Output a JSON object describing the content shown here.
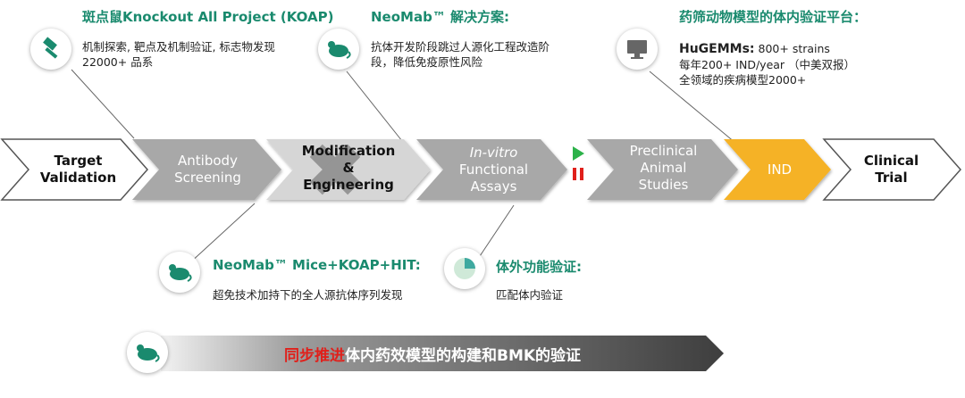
{
  "top_callouts": [
    {
      "title": "斑点鼠Knockout All Project (KOAP)",
      "lines": [
        "机制探索, 靶点及机制验证, 标志物发现",
        "22000+ 品系"
      ],
      "icon": "hammer-icon"
    },
    {
      "title": "NeoMab™ 解决方案:",
      "lines": [
        "抗体开发阶段跳过人源化工程改造阶",
        "段，降低免疫原性风险"
      ],
      "icon": "mouse-icon"
    },
    {
      "title": "药筛动物模型的体内验证平台：",
      "line1_strong": "HuGEMMs:",
      "line1_rest": " 800+ strains",
      "lines": [
        "每年200+ IND/year （中美双报）",
        "全领域的疾病模型2000+"
      ],
      "icon": "monitor-icon"
    }
  ],
  "stages": [
    {
      "lines": [
        "Target",
        "Validation"
      ]
    },
    {
      "lines": [
        "Antibody",
        "Screening"
      ]
    },
    {
      "lines": [
        "Modification",
        "&",
        "Engineering"
      ]
    },
    {
      "lines_italic": "In-vitro",
      "lines": [
        "Functional",
        "Assays"
      ]
    },
    {
      "lines": [
        "Preclinical",
        "Animal",
        "Studies"
      ]
    },
    {
      "lines": [
        "IND"
      ]
    },
    {
      "lines": [
        "Clinical",
        "Trial"
      ]
    }
  ],
  "bottom_callouts": [
    {
      "title": "NeoMab™ Mice+KOAP+HIT:",
      "desc": "超免技术加持下的全人源抗体序列发现",
      "icon": "mouse-icon"
    },
    {
      "title": "体外功能验证:",
      "desc": "匹配体内验证",
      "icon": "pie-chart-icon"
    }
  ],
  "banner": {
    "highlight": "同步推进",
    "rest": "体内药效模型的构建和BMK的验证",
    "icon": "mouse-icon"
  },
  "colors": {
    "teal": "#1a8a6e",
    "gray": "#a9a9a9",
    "orange": "#f5b228",
    "red": "#e0201b",
    "green": "#2cb24a",
    "banner_dark": "#4a4a4a"
  }
}
